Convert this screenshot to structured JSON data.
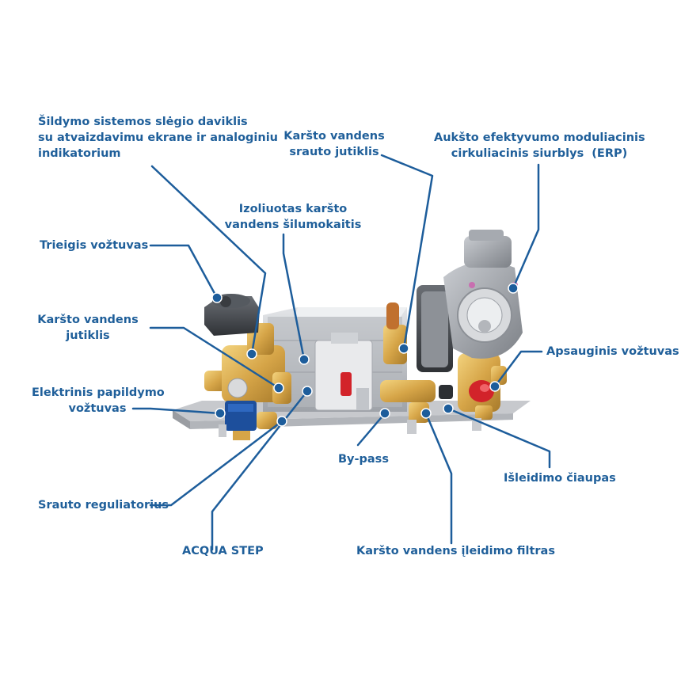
{
  "labels": {
    "pressure_sensor": [
      "Šildymo sistemos slėgio daviklis",
      "su atvaizdavimu ekrane ir analoginiu",
      "indikatorium"
    ],
    "dhw_flow_sensor": [
      "Karšto vandens",
      "srauto jutiklis"
    ],
    "pump": [
      "Aukšto efektyvumo moduliacinis",
      "cirkuliacinis siurblys  (ERP)"
    ],
    "heat_exchanger": [
      "Izoliuotas karšto",
      "vandens šilumokaitis"
    ],
    "three_way_valve": [
      "Trieigis vožtuvas"
    ],
    "dhw_sensor": [
      "Karšto vandens",
      "jutiklis"
    ],
    "safety_valve": [
      "Apsauginis vožtuvas"
    ],
    "fill_valve": [
      "Elektrinis papildymo",
      "vožtuvas"
    ],
    "bypass": [
      "By-pass"
    ],
    "drain_tap": [
      "Išleidimo čiaupas"
    ],
    "flow_regulator": [
      "Srauto reguliatorius"
    ],
    "acqua_step": [
      "ACQUA STEP"
    ],
    "inlet_filter": [
      "Karšto vandens įleidimo filtras"
    ]
  },
  "colors": {
    "label": "#1f5f9a",
    "leader": "#1d5d9b",
    "brass": "#d6a548",
    "blue_valve": "#1d4f9c",
    "red_valve": "#d2232a",
    "steel": "#b9bcc2"
  }
}
